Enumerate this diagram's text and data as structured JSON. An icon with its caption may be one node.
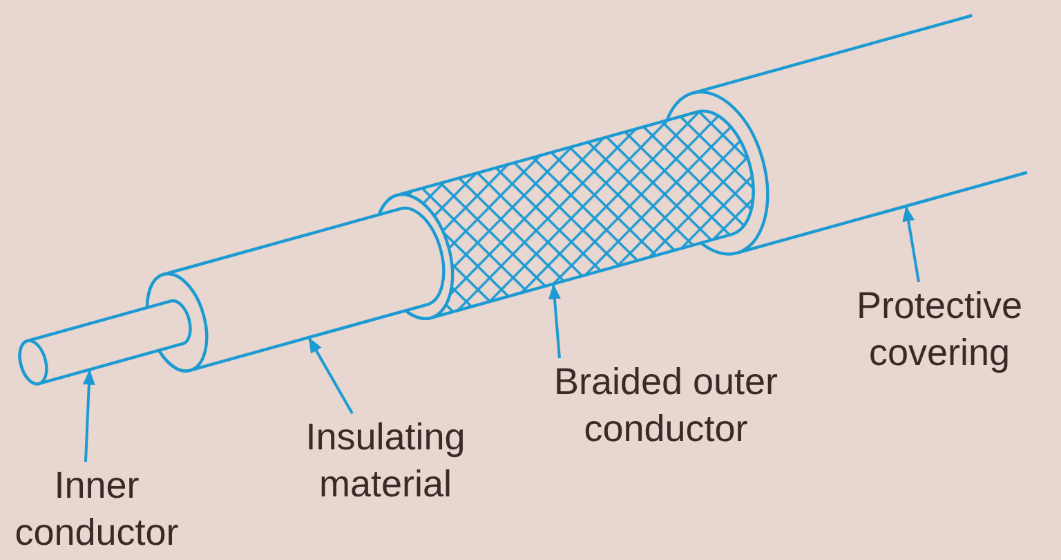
{
  "diagram": {
    "nodes": [
      {
        "text": [],
        "shape": "cylinder"
      },
      {
        "text": [],
        "shape": "cylinder"
      },
      {
        "text": [],
        "shape": "cylinder"
      },
      {
        "text": [],
        "shape": "cylinder"
      },
      {
        "text": [
          "Inner conductor"
        ]
      },
      {
        "text": [
          "Insulating material"
        ]
      },
      {
        "text": [
          "Braided outer conductor"
        ]
      },
      {
        "text": [
          "Protective covering"
        ]
      }
    ],
    "edges": [
      {
        "from": 4,
        "to": 0,
        "arrow": "to"
      },
      {
        "from": 5,
        "to": 1,
        "arrow": "to"
      },
      {
        "from": 6,
        "to": 2,
        "arrow": "to"
      },
      {
        "from": 7,
        "to": 3,
        "arrow": "to"
      }
    ]
  }
}
